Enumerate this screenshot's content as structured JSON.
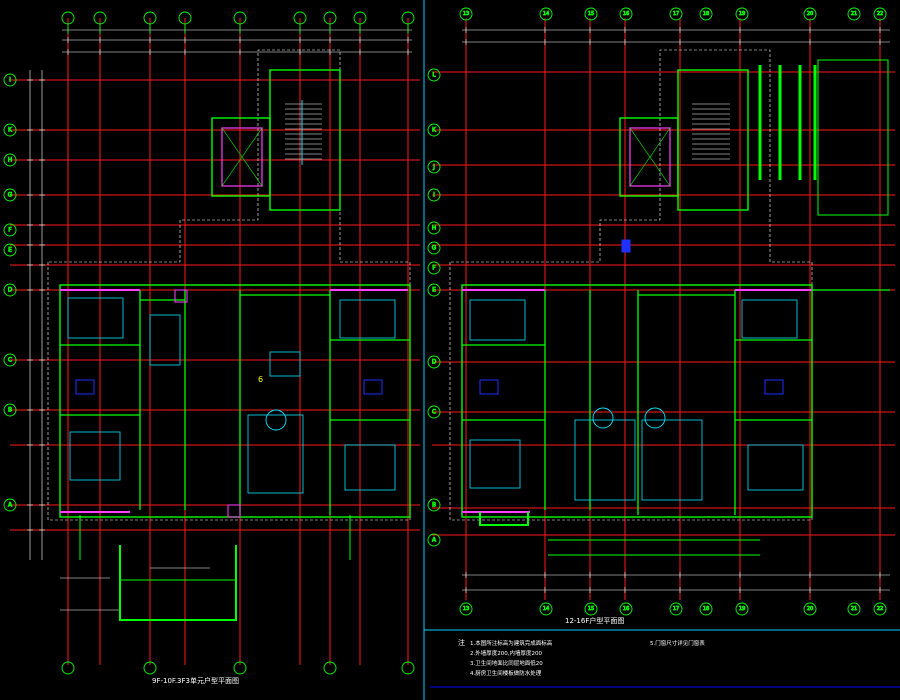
{
  "drawing": {
    "colors": {
      "background": "#000000",
      "axis": "#ff1a1a",
      "wall": "#00ff00",
      "wall_fill": "#ff40ff",
      "dimension": "#ffffff",
      "furniture": "#00e5ff",
      "stair": "#ffffff",
      "yellow": "#ffff00",
      "border": "#0000ff",
      "accent_blue": "#2030ff",
      "panel_frame": "#00d0ff"
    },
    "left_plan": {
      "top_axis_tags": [
        "",
        "",
        "",
        "",
        "",
        "",
        "",
        ""
      ],
      "side_axis_tags": [
        "I",
        "K",
        "H",
        "G",
        "F",
        "E",
        "D",
        "C",
        "B",
        "A"
      ],
      "room_tag": "6",
      "caption": "9F-10F.3F3单元户型平面图"
    },
    "right_plan": {
      "top_axis_tags": [
        "13",
        "14",
        "15",
        "16",
        "17",
        "18",
        "19",
        "20",
        "21",
        "22"
      ],
      "bottom_axis_tags": [
        "13",
        "14",
        "15",
        "16",
        "17",
        "18",
        "19",
        "20",
        "21",
        "22"
      ],
      "side_axis_tags": [
        "L",
        "K",
        "J",
        "I",
        "H",
        "G",
        "F",
        "E",
        "D",
        "C",
        "B",
        "A"
      ],
      "caption": "12-16F户型平面图"
    },
    "notes": {
      "heading": "注",
      "lines": [
        "1.本图所注标高为建筑完成面标高",
        "2.外墙厚度200,内墙厚度200",
        "3.卫生间地面比同层地面低20",
        "4.厨房卫生间楼板做防水处理",
        "5.门窗尺寸详见门窗表"
      ]
    }
  }
}
